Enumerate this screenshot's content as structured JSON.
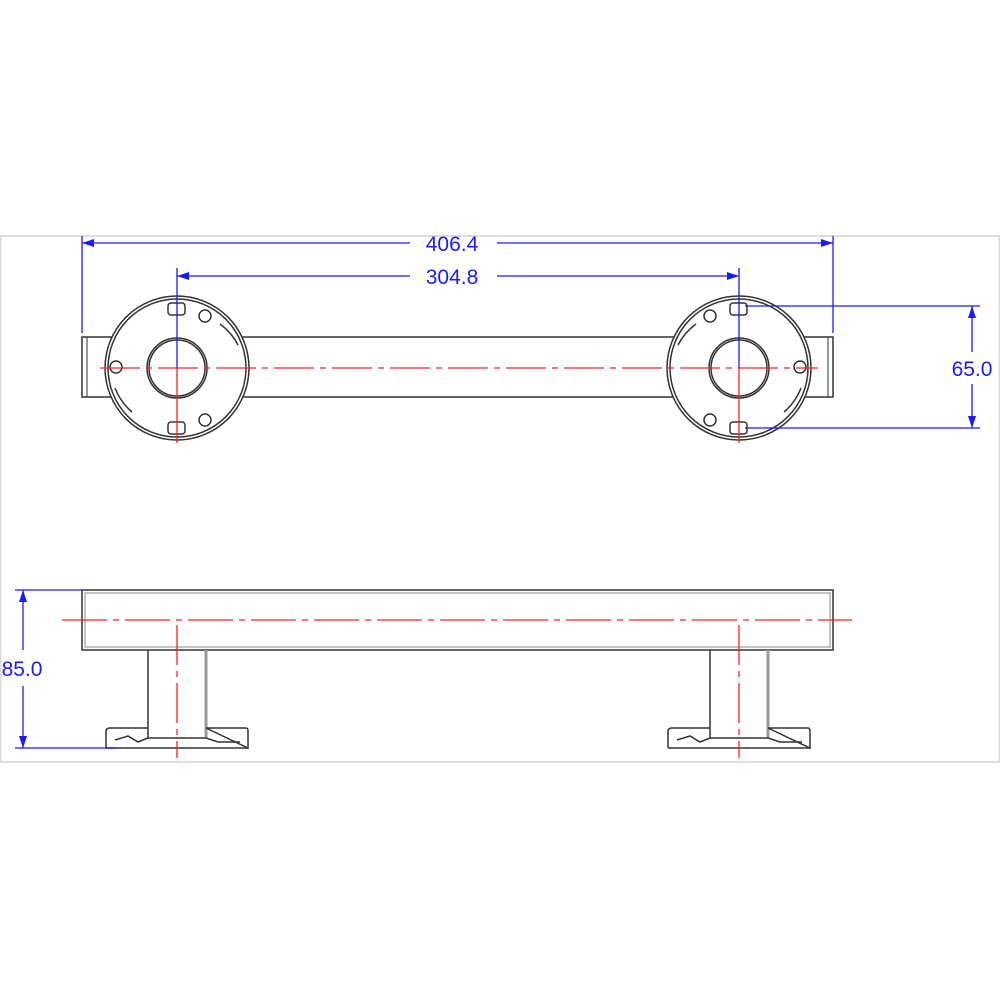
{
  "drawing": {
    "dimensions": {
      "overall_length": "406.4",
      "mount_spacing": "304.8",
      "flange_hole_spacing": "65.0",
      "projection_height": "85.0"
    },
    "colors": {
      "dimension": "#1a1aff",
      "centerline": "#ff2020",
      "outline": "#333333",
      "frame": "#dddddd"
    }
  }
}
